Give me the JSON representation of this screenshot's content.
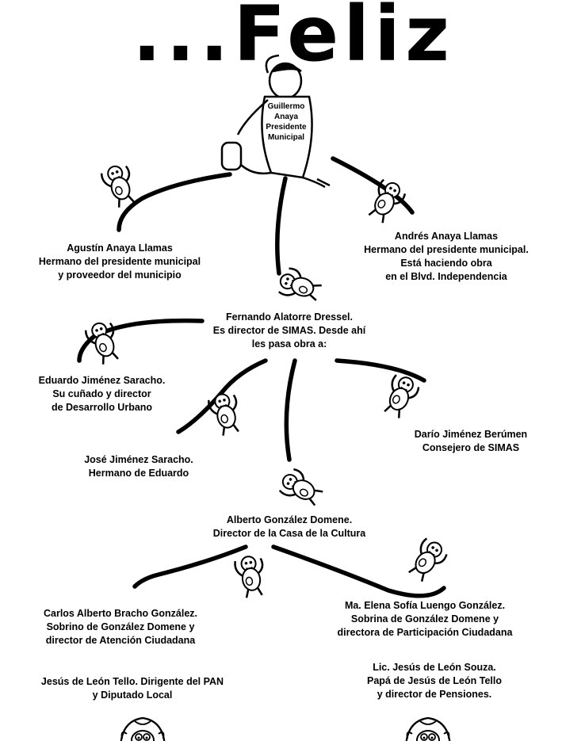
{
  "headline": "...Feliz",
  "colors": {
    "ink": "#000000",
    "paper": "#ffffff"
  },
  "nodes": {
    "guillermo": [
      "Guillermo",
      "Anaya",
      "Presidente",
      "Municipal"
    ],
    "agustin": [
      "Agustín Anaya Llamas",
      "Hermano del presidente municipal",
      "y proveedor del municipio"
    ],
    "andres": [
      "Andrés Anaya Llamas",
      "Hermano del presidente municipal.",
      "Está haciendo obra",
      "en el Blvd. Independencia"
    ],
    "fernando": [
      "Fernando Alatorre Dressel.",
      "Es director de SIMAS. Desde ahí",
      "les pasa obra a:"
    ],
    "eduardo": [
      "Eduardo Jiménez Saracho.",
      "Su cuñado y director",
      "de Desarrollo Urbano"
    ],
    "dario": [
      "Darío Jiménez Berúmen",
      "Consejero de SIMAS"
    ],
    "jose": [
      "José Jiménez Saracho.",
      "Hermano de Eduardo"
    ],
    "alberto": [
      "Alberto González Domene.",
      "Director de la Casa de la Cultura"
    ],
    "carlos": [
      "Carlos Alberto Bracho González.",
      "Sobrino de González Domene y",
      "director de Atención Ciudadana"
    ],
    "maelena": [
      "Ma. Elena Sofía Luengo González.",
      "Sobrina de González Domene y",
      "directora de Participación Ciudadana"
    ],
    "jesus_tello": [
      "Jesús de León Tello. Dirigente del PAN",
      "y Diputado Local"
    ],
    "jesus_souza": [
      "Lic. Jesús de León Souza.",
      "Papá de Jesús de León Tello",
      "y director de Pensiones."
    ]
  }
}
